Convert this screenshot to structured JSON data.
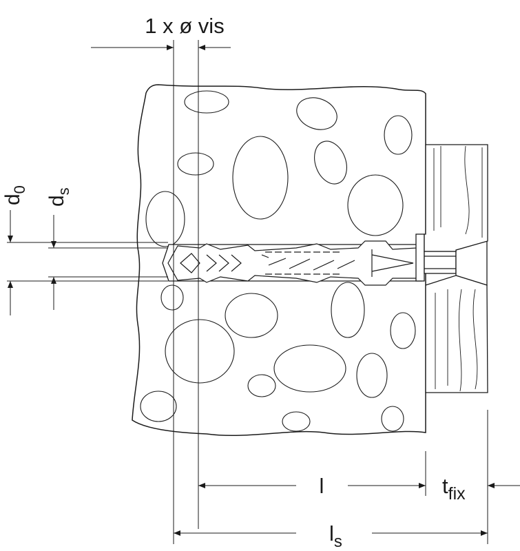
{
  "labels": {
    "screw_diameter": "1 x ø vis",
    "d0_main": "d",
    "d0_sub": "0",
    "ds_main": "d",
    "ds_sub": "s",
    "l": "l",
    "tfix_main": "t",
    "tfix_sub": "fix",
    "ls_main": "l",
    "ls_sub": "s"
  },
  "colors": {
    "line": "#1a1a1a",
    "background": "#ffffff",
    "wood_fill": "#ffffff"
  }
}
